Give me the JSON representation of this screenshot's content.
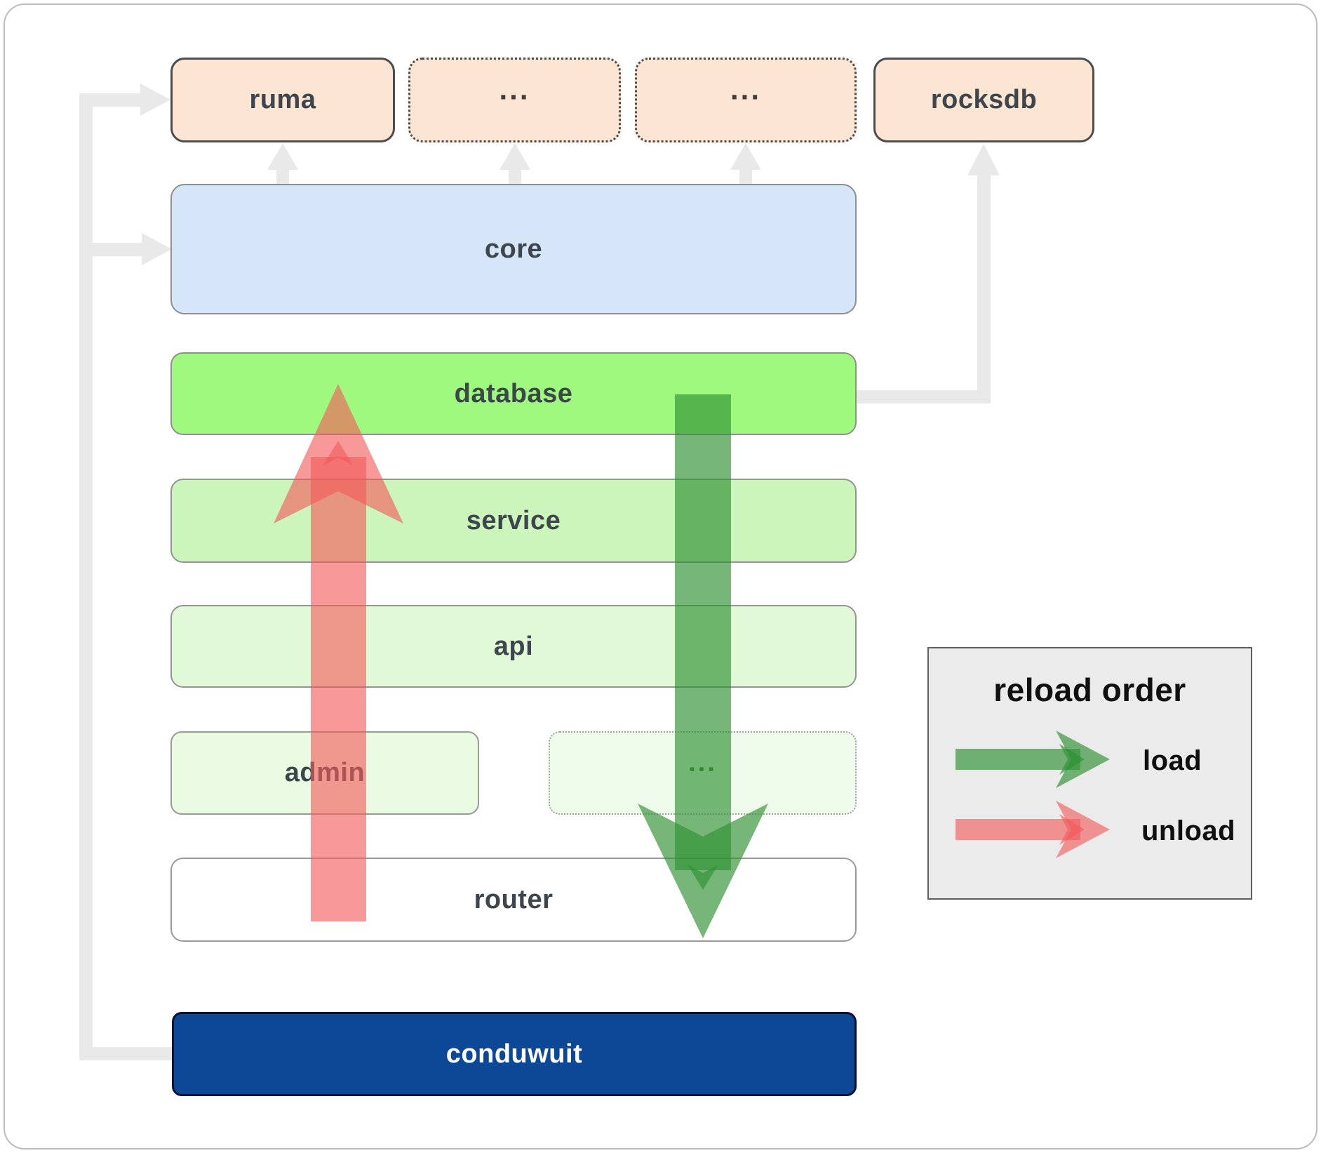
{
  "diagram": {
    "nodes": {
      "ruma": "ruma",
      "ellipsis_1": "...",
      "ellipsis_2": "...",
      "rocksdb": "rocksdb",
      "core": "core",
      "database": "database",
      "service": "service",
      "api": "api",
      "admin": "admin",
      "admin_ellipsis": "...",
      "router": "router",
      "conduwuit": "conduwuit"
    },
    "legend": {
      "title": "reload order",
      "items": [
        {
          "label": "load",
          "color": "#2f9234"
        },
        {
          "label": "unload",
          "color": "#f45a5a"
        }
      ]
    },
    "colors": {
      "load_arrow": "#2f9234",
      "unload_arrow": "#f45a5a",
      "dependency_connector": "#e9e9e9",
      "module_fill": "#fce5d3",
      "core_fill": "#d6e6f8",
      "database_fill": "#a0f97f",
      "service_fill": "#ccf5bc",
      "api_fill": "#e1f9d7",
      "admin_fill": "#eafae3",
      "router_fill": "#ffffff",
      "conduwuit_fill": "#0d4896",
      "legend_fill": "#ebebeb"
    }
  }
}
